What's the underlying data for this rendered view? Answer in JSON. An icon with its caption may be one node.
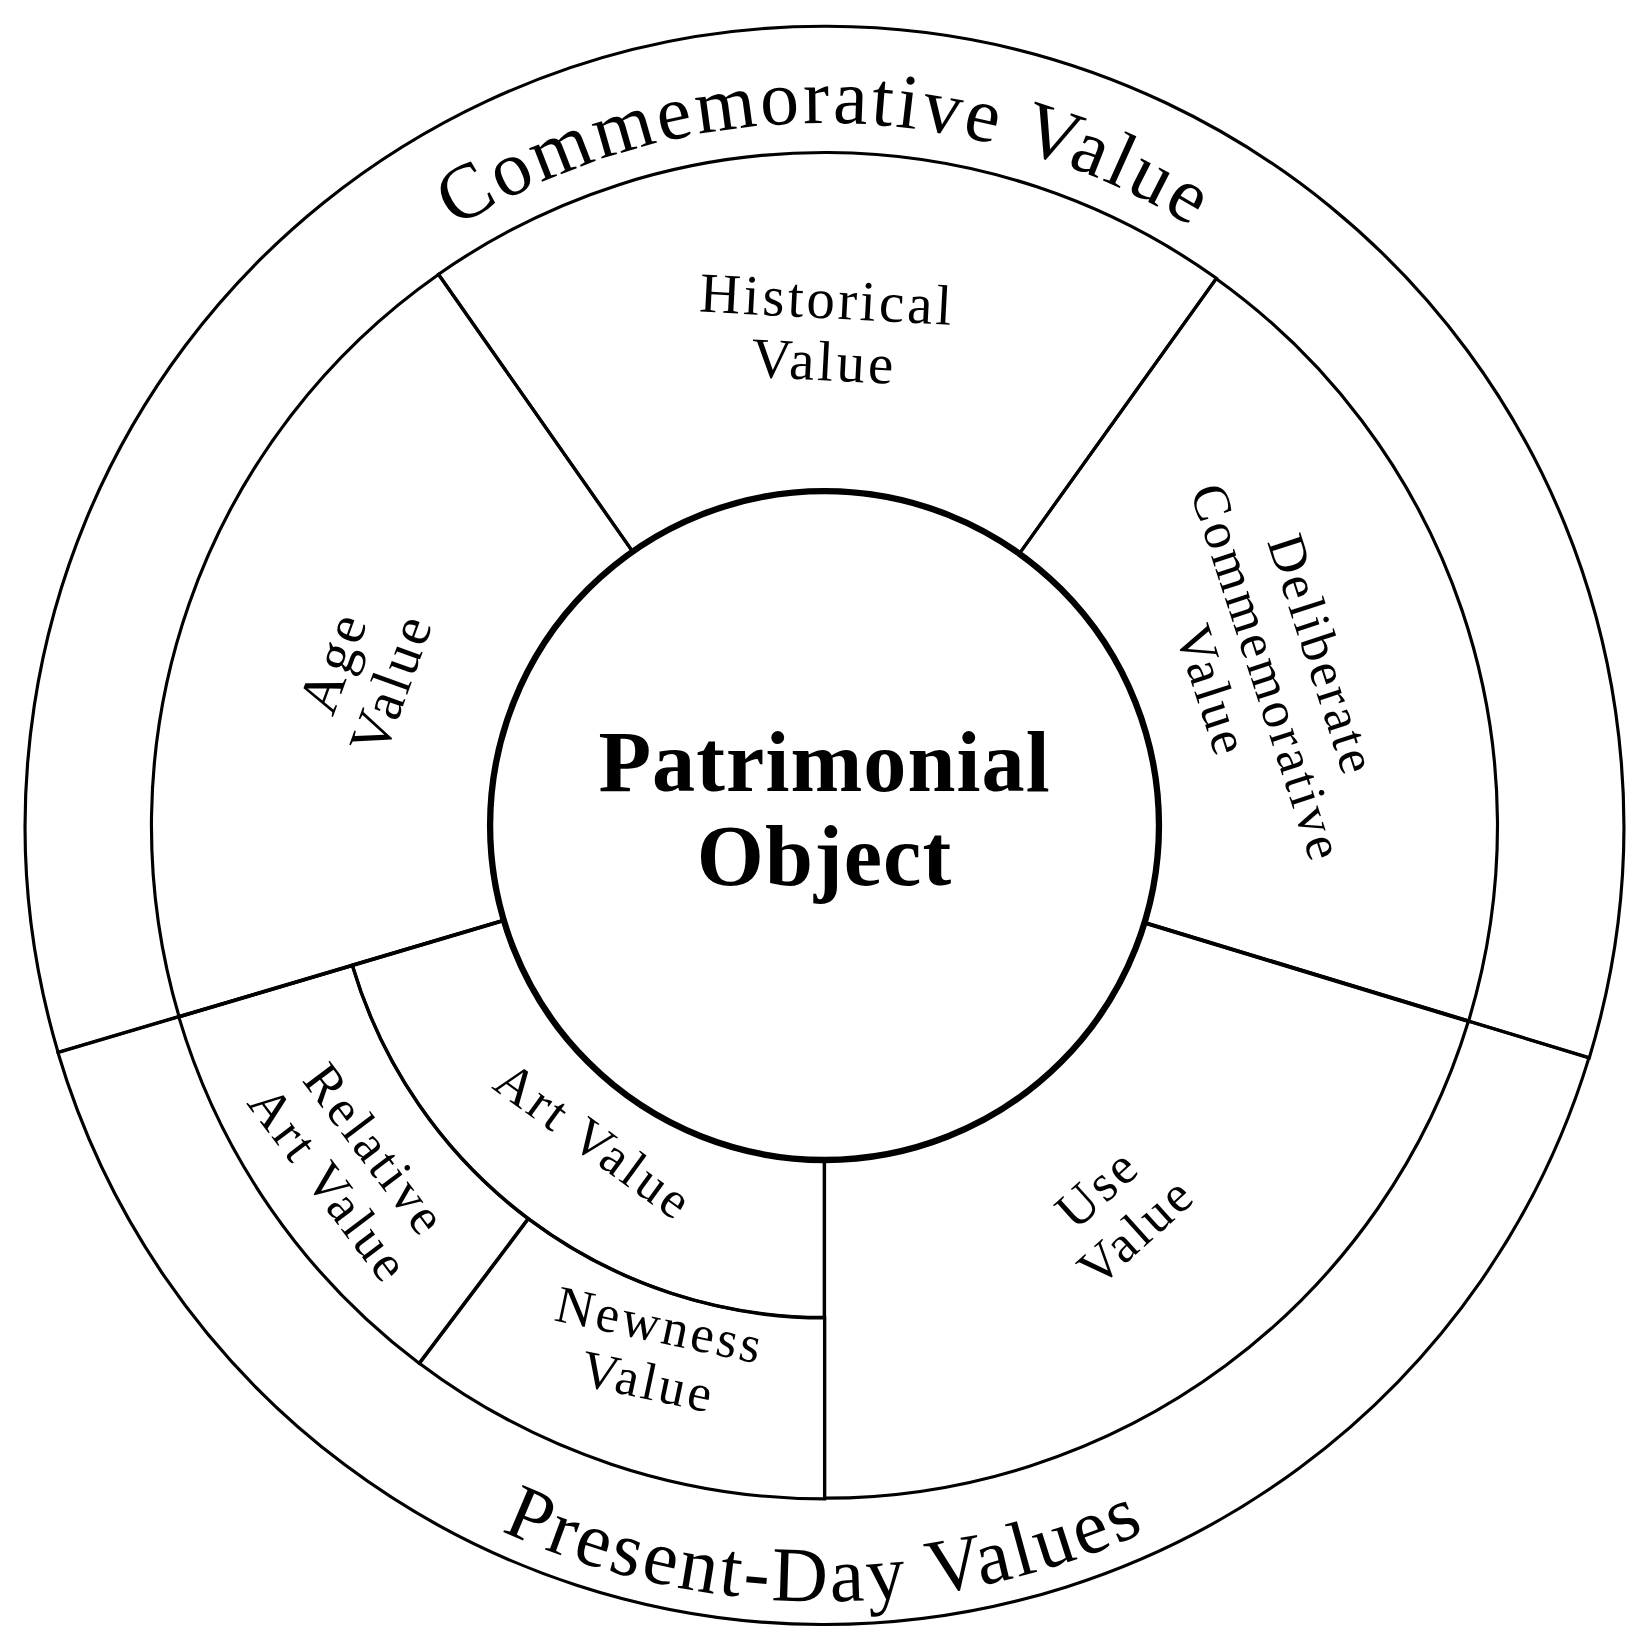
{
  "diagram": {
    "nodes": [
      {
        "text": [
          "Commemorative Value"
        ]
      },
      {
        "text": [
          "Historical Value"
        ],
        "in": 0
      },
      {
        "text": [
          "Age Value"
        ],
        "in": 0
      },
      {
        "text": [
          "Deliberate Commemorative Value"
        ],
        "in": 0
      },
      {
        "text": [
          "Patrimonial Object"
        ]
      },
      {
        "text": [
          "Present-Day Values"
        ]
      },
      {
        "text": [
          "Art Value"
        ],
        "in": 5
      },
      {
        "text": [
          "Relative Art Value"
        ],
        "in": 5
      },
      {
        "text": [
          "Newness Value"
        ],
        "in": 5
      },
      {
        "text": [
          "Use Value"
        ],
        "in": 5
      }
    ]
  }
}
